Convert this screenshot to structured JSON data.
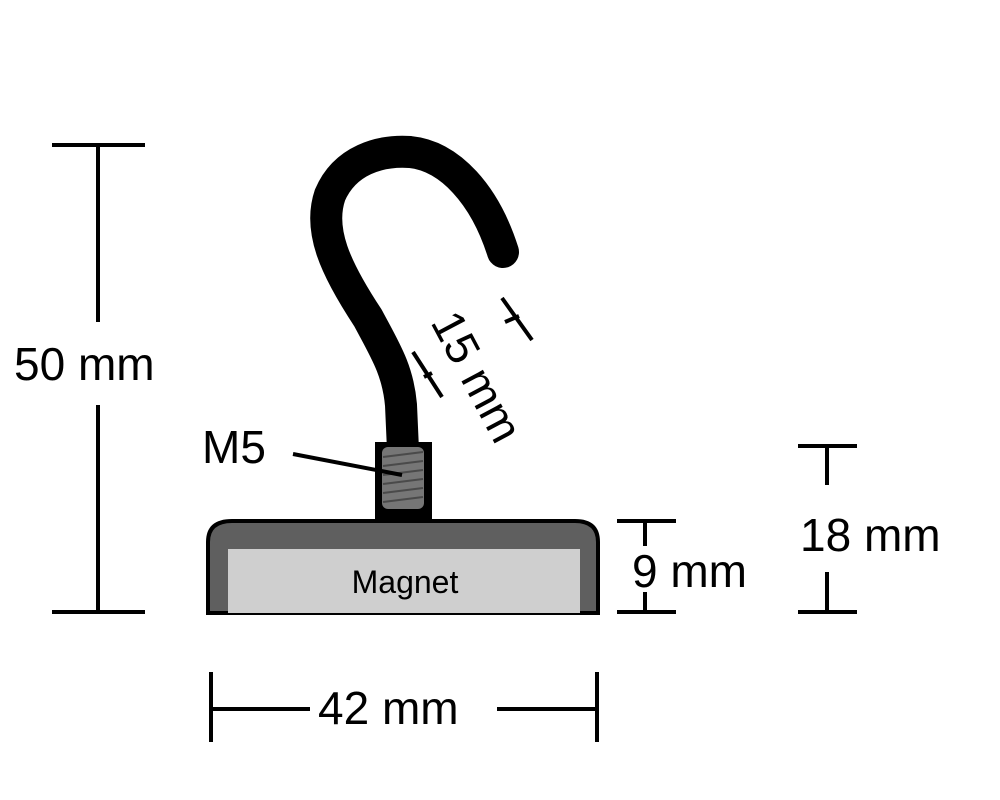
{
  "labels": {
    "overall_height": "50 mm",
    "hook_width": "15 mm",
    "thread": "M5",
    "magnet": "Magnet",
    "base_height": "9 mm",
    "total_height": "18 mm",
    "base_diameter": "42 mm"
  },
  "colors": {
    "line": "#000000",
    "hook": "#000000",
    "housing": "#5f5f5f",
    "magnet": "#cfcfcf",
    "thread": "#767676",
    "background": "#ffffff"
  }
}
